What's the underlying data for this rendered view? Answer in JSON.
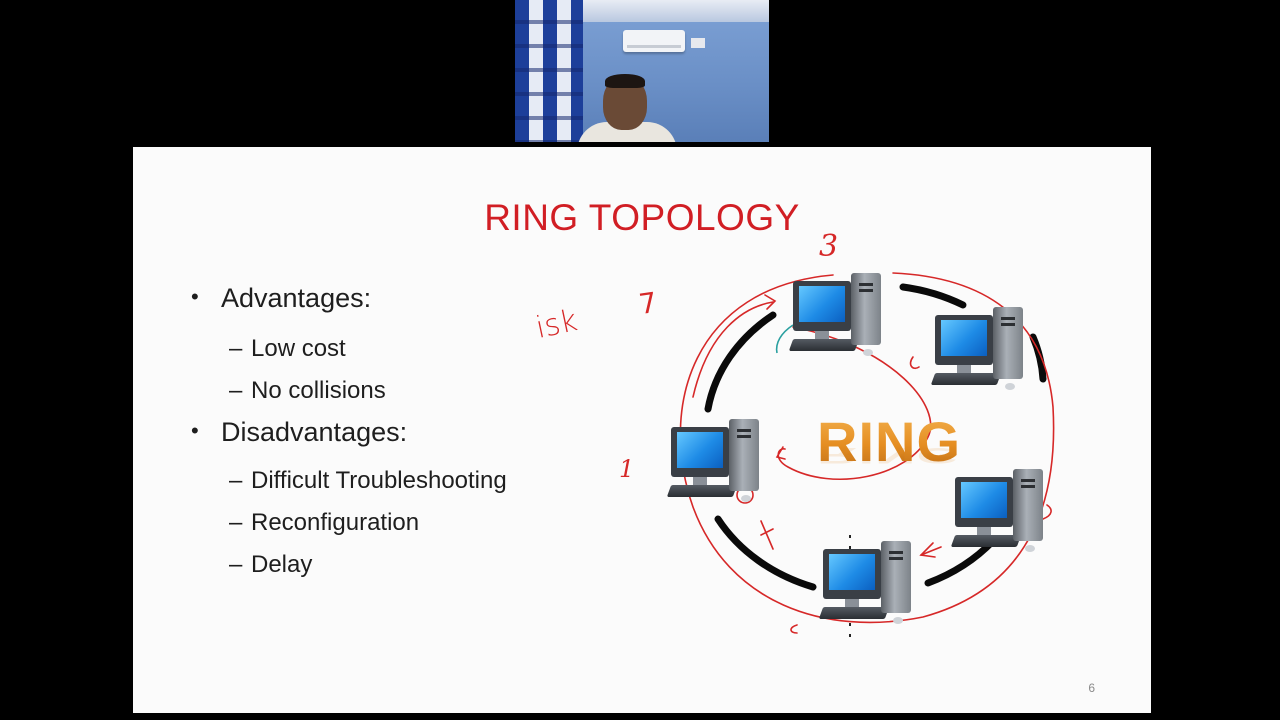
{
  "slide": {
    "title": "RING TOPOLOGY",
    "advantages_label": "Advantages:",
    "advantages": [
      "Low cost",
      "No collisions"
    ],
    "disadvantages_label": "Disadvantages:",
    "disadvantages": [
      "Difficult Troubleshooting",
      "Reconfiguration",
      "Delay"
    ],
    "page_number": "6"
  },
  "diagram": {
    "center_label": "RING",
    "computer_count": 5,
    "handwritten": {
      "top": "3",
      "left": "1",
      "side_note_1": "isk",
      "side_note_2": "7"
    }
  },
  "colors": {
    "title": "#d11e24",
    "ink": "#d62828",
    "ring_label": "#e58e22",
    "slide_bg": "#fbfbfb",
    "frame_bg": "#000000"
  },
  "webcam": {
    "icon": "presenter-video-feed"
  }
}
